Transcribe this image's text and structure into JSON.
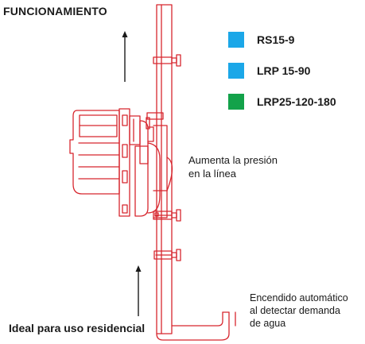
{
  "header": {
    "title": "FUNCIONAMIENTO"
  },
  "legend": {
    "items": [
      {
        "label": "RS15-9",
        "color": "#1ba7e8"
      },
      {
        "label": "LRP 15-90",
        "color": "#1ba7e8"
      },
      {
        "label": "LRP25-120-180",
        "color": "#13a24a"
      }
    ]
  },
  "annotations": {
    "pressure_note": "Aumenta la presión\nen la línea",
    "auto_note": "Encendido automático\nal detectar demanda\nde agua",
    "bottom_label": "Ideal para uso residencial"
  },
  "colors": {
    "outline": "#d7262e",
    "arrow": "#1a1a1a"
  },
  "icons": {
    "flow_arrow_up": "arrow-up-icon",
    "flow_arrow_bottom": "arrow-up-icon"
  }
}
